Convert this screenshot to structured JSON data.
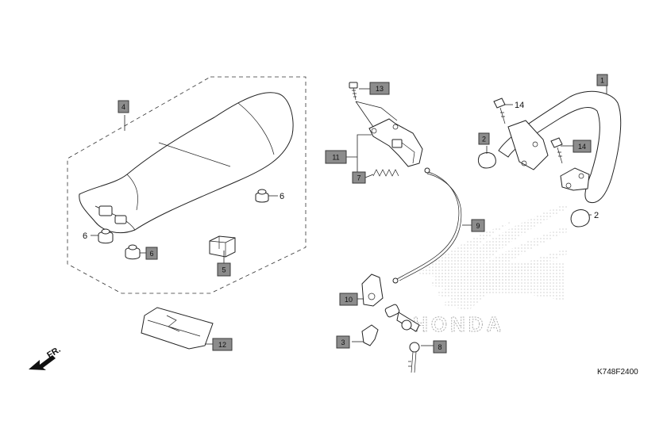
{
  "callouts": {
    "c1": "1",
    "c2a": "2",
    "c3": "3",
    "c4": "4",
    "c5": "5",
    "c6b": "6",
    "c7": "7",
    "c8": "8",
    "c9": "9",
    "c10": "10",
    "c11": "11",
    "c12": "12",
    "c13": "13",
    "c14b": "14"
  },
  "plain_labels": {
    "p2": "2",
    "p6a": "6",
    "p6c": "6",
    "p14": "14"
  },
  "direction_label": "FR.",
  "watermark": "HONDA",
  "diagram_code": "K748F2400"
}
